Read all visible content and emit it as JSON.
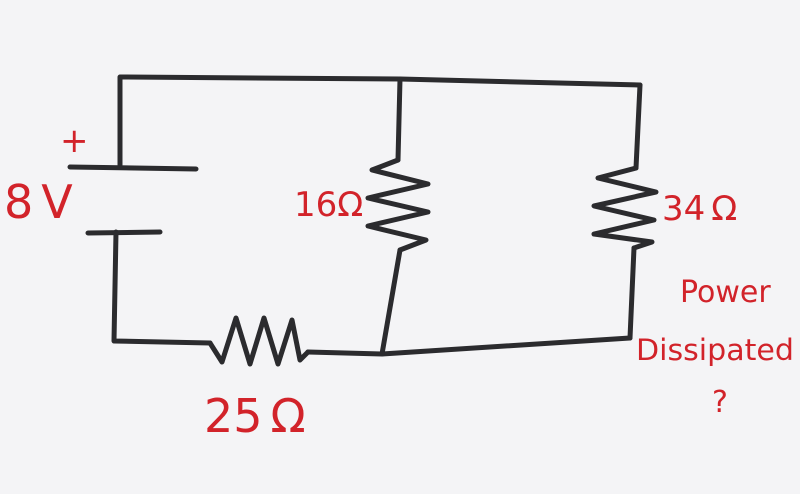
{
  "battery": {
    "plus_sign": "+",
    "voltage_value": "8",
    "voltage_unit": "V"
  },
  "resistors": {
    "r1": {
      "value": "16",
      "unit": "Ω"
    },
    "r2": {
      "value": "34",
      "unit": "Ω"
    },
    "r3": {
      "value": "25",
      "unit": "Ω"
    }
  },
  "question": {
    "line1": "Power",
    "line2": "Dissipated",
    "line3": "?"
  },
  "colors": {
    "ink": "#2b2b2e",
    "label_red": "#d2232a",
    "paper": "#f4f4f6"
  }
}
